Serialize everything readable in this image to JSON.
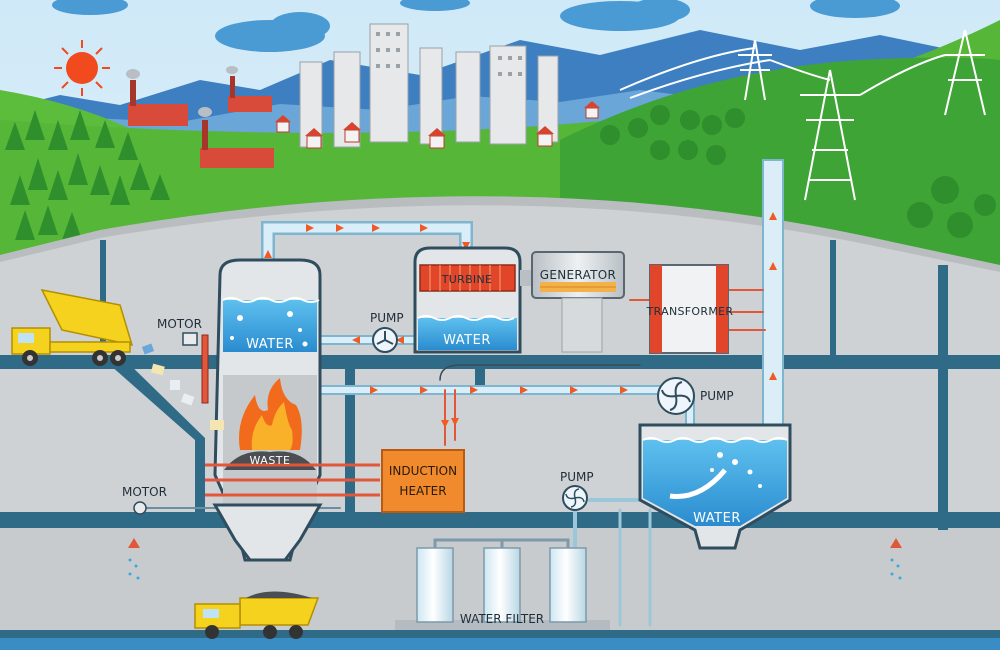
{
  "labels": {
    "turbine": "TURBINE",
    "generator": "GENERATOR",
    "transformer": "TRANSFORMER",
    "motor_top": "MOTOR",
    "motor_bottom": "MOTOR",
    "water_boiler": "WATER",
    "water_turbine": "WATER",
    "water_tank": "WATER",
    "pump_top": "PUMP",
    "pump_right": "PUMP",
    "pump_bottom": "PUMP",
    "waste": "WASTE",
    "induction_heater_line1": "INDUCTION",
    "induction_heater_line2": "HEATER",
    "water_filter": "WATER FILTER"
  },
  "colors": {
    "sky": "#dff1fb",
    "hills_green": "#5cbc3c",
    "mountains_blue": "#3d7fc0",
    "building_gray": "#d7dadc",
    "interior_gray": "#cfd2d4",
    "frame_teal": "#2f6b86",
    "water_blue": "#3fa6dd",
    "fire_orange": "#f26a1b",
    "heater_orange": "#f08a2c",
    "turbine_red": "#e1462a",
    "truck_yellow": "#f5d21d",
    "pipe_light": "#cfe8f4"
  }
}
